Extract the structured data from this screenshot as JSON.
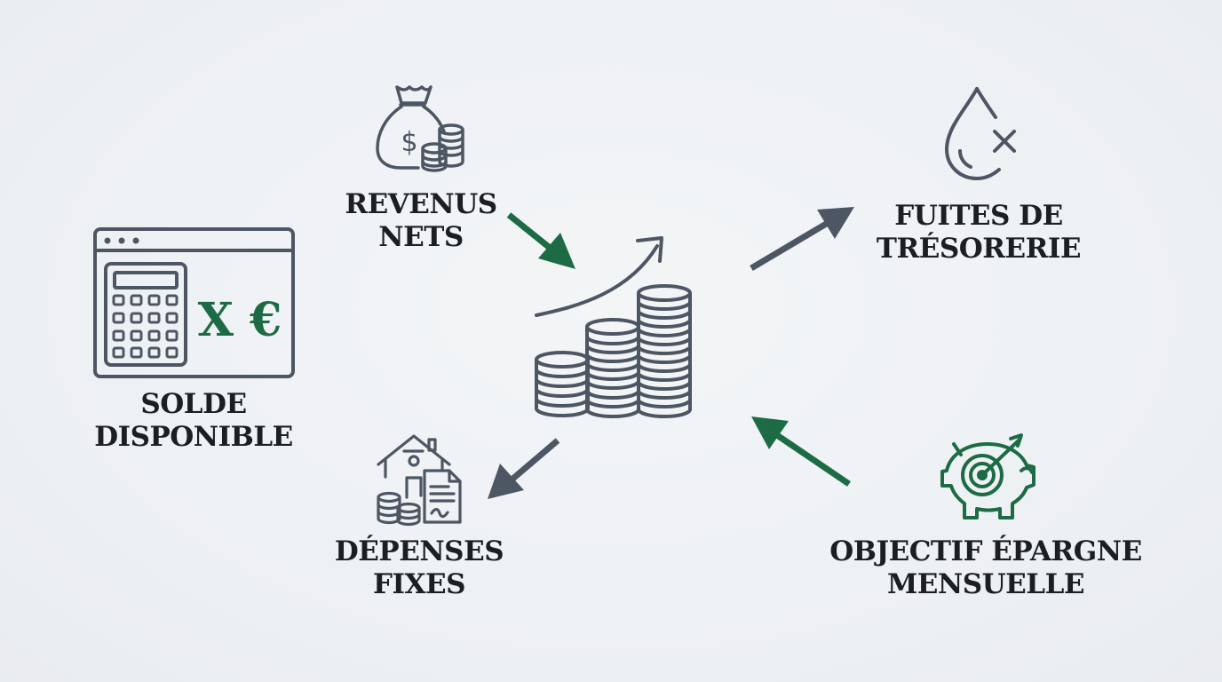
{
  "colors": {
    "slate": "#4d5663",
    "green": "#1d6b45",
    "text": "#1c1f22",
    "background": "#eef1f4"
  },
  "nodes": {
    "solde": {
      "line1": "SOLDE",
      "line2": "DISPONIBLE",
      "icon": "calculator-window-icon",
      "display": "X €"
    },
    "revenus": {
      "line1": "REVENUS",
      "line2": "NETS",
      "icon": "money-bag-icon"
    },
    "depenses": {
      "line1": "DÉPENSES",
      "line2": "FIXES",
      "icon": "house-bills-icon"
    },
    "fuites": {
      "line1": "FUITES DE",
      "line2": "TRÉSORERIE",
      "icon": "leak-drop-icon"
    },
    "objectif": {
      "line1": "OBJECTIF ÉPARGNE",
      "line2": "MENSUELLE",
      "icon": "piggy-bank-target-icon"
    },
    "center": {
      "icon": "coin-stacks-growth-icon"
    }
  },
  "arrows": [
    {
      "from": "revenus",
      "to": "center",
      "color": "green"
    },
    {
      "from": "center",
      "to": "fuites",
      "color": "slate"
    },
    {
      "from": "center",
      "to": "depenses",
      "color": "slate"
    },
    {
      "from": "objectif",
      "to": "center",
      "color": "green"
    }
  ]
}
